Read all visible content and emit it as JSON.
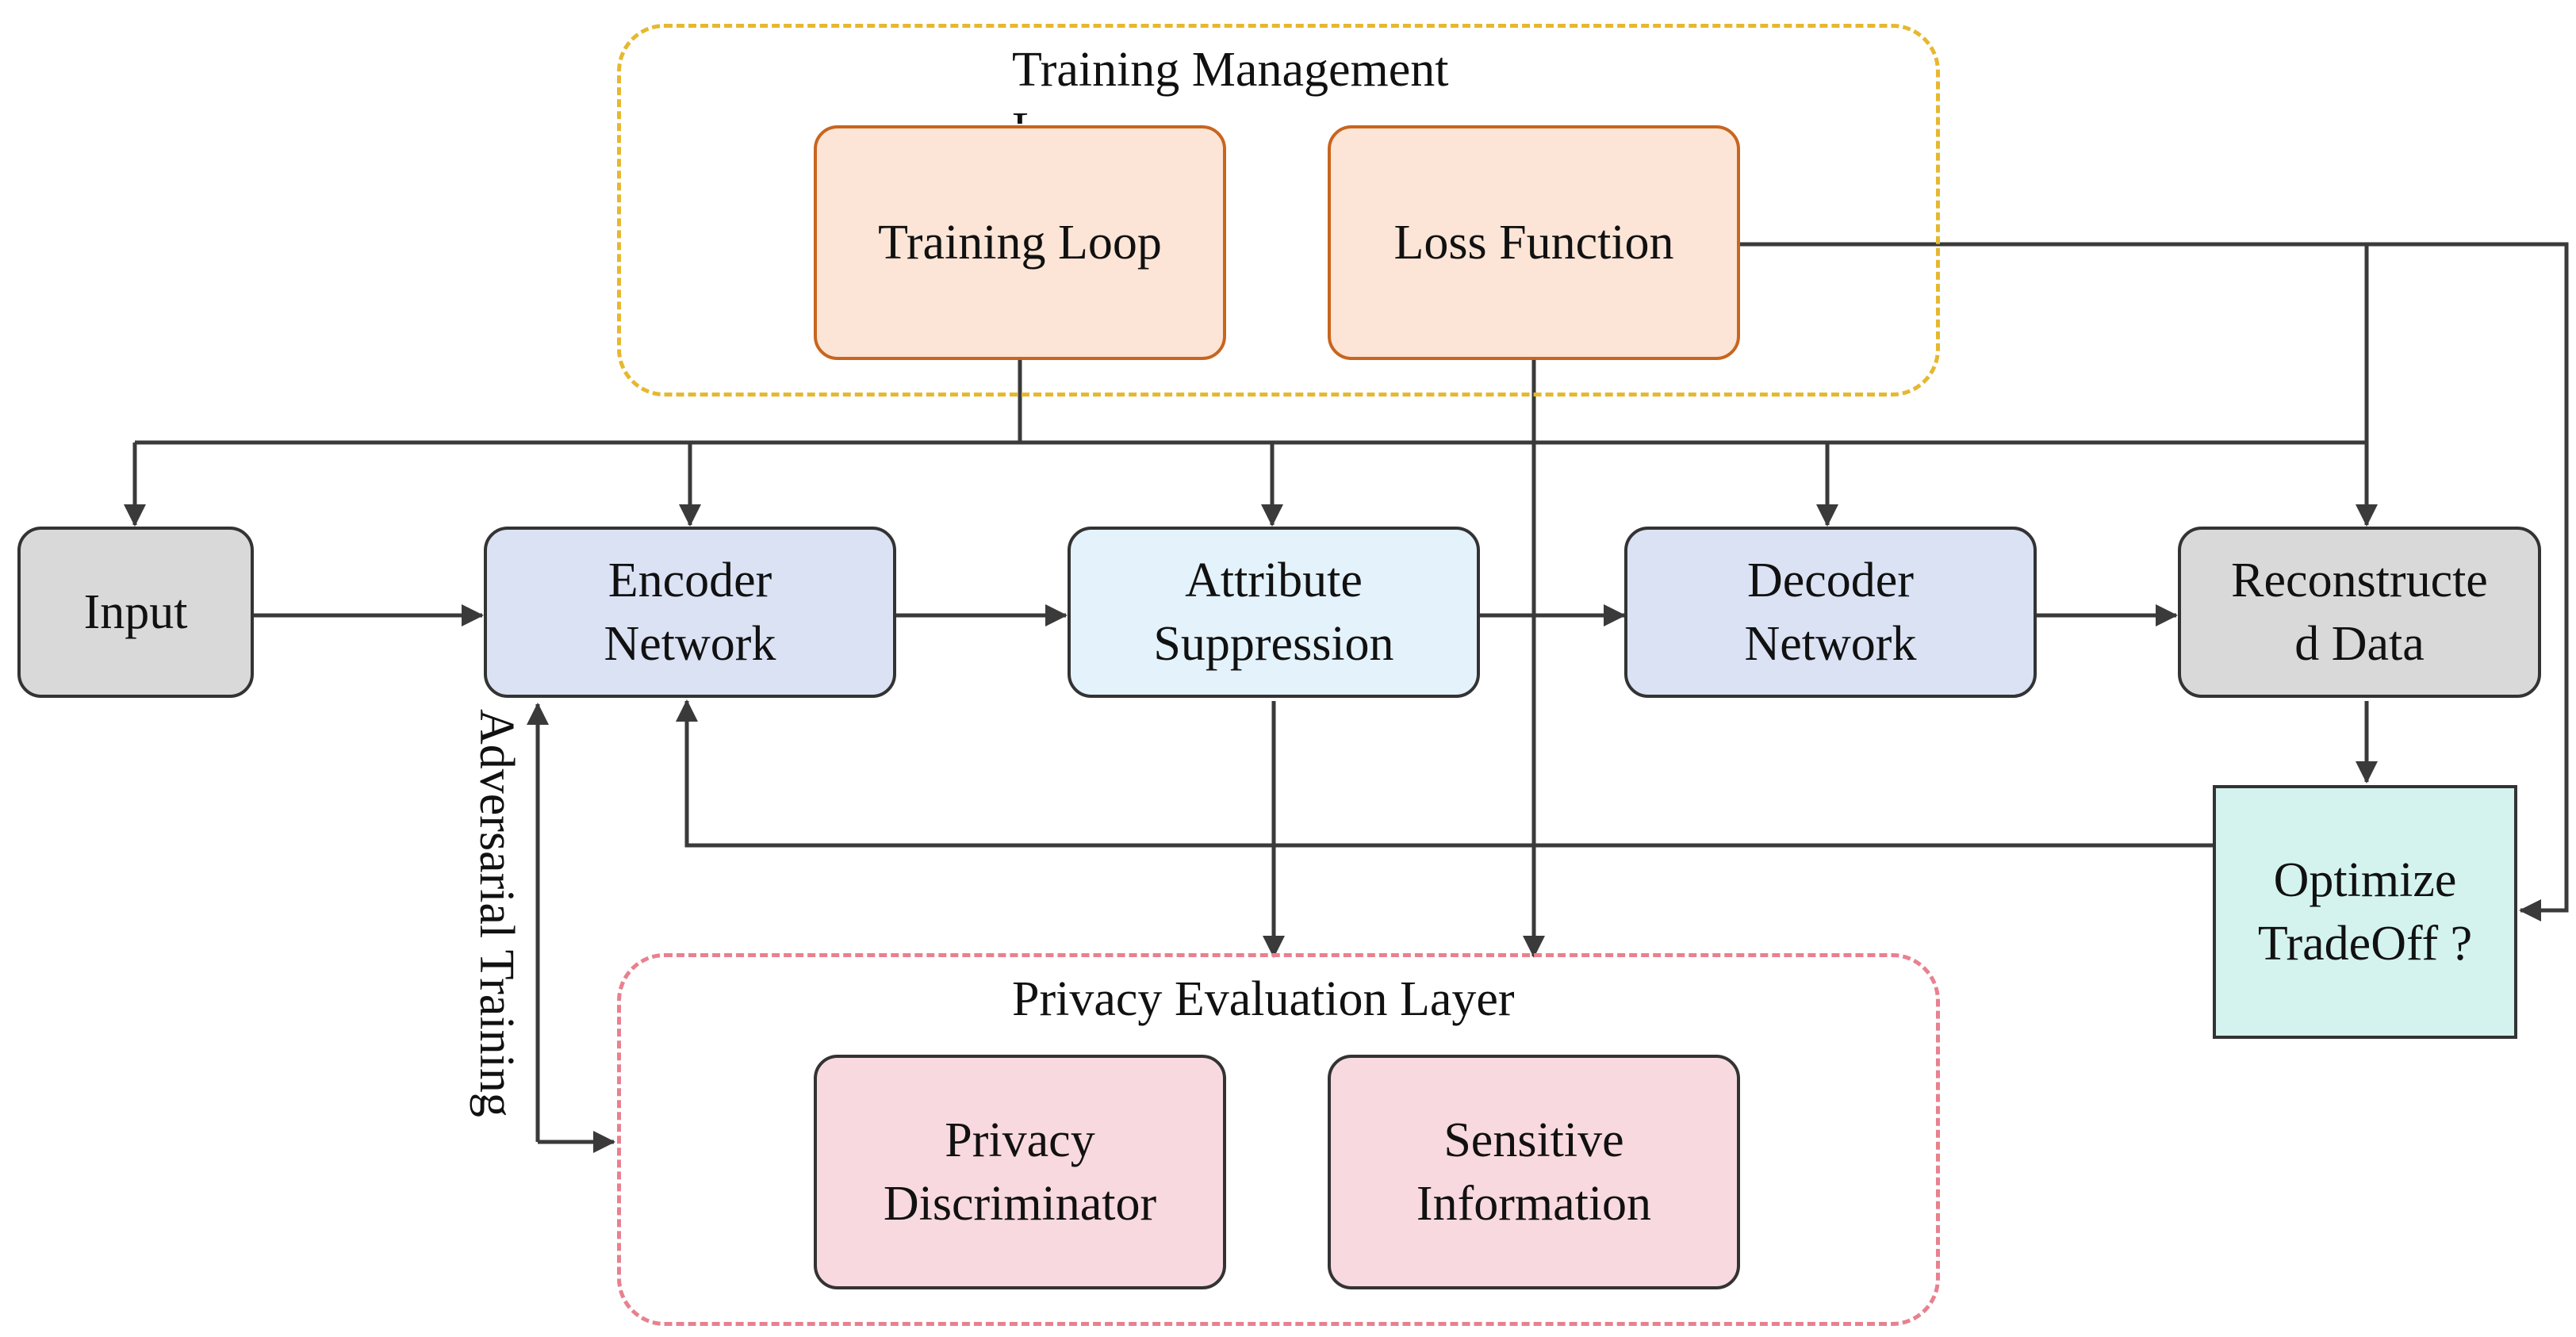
{
  "groups": {
    "training": {
      "title": "Training Management",
      "title_overflow": "L"
    },
    "privacy": {
      "title": "Privacy Evaluation Layer"
    }
  },
  "nodes": {
    "training_loop": {
      "lines": [
        "Training Loop"
      ]
    },
    "loss_function": {
      "lines": [
        "Loss Function"
      ]
    },
    "input": {
      "lines": [
        "Input"
      ]
    },
    "encoder": {
      "lines": [
        "Encoder",
        "Network"
      ]
    },
    "attribute": {
      "lines": [
        "Attribute",
        "Suppression"
      ]
    },
    "decoder": {
      "lines": [
        "Decoder",
        "Network"
      ]
    },
    "reconstructed": {
      "lines": [
        "Reconstructe",
        "d Data"
      ]
    },
    "optimize": {
      "lines": [
        "Optimize",
        "TradeOff ?"
      ]
    },
    "privacy_disc": {
      "lines": [
        "Privacy",
        "Discriminator"
      ]
    },
    "sensitive": {
      "lines": [
        "Sensitive",
        "Information"
      ]
    }
  },
  "edge_labels": {
    "adversarial": "Adversarial Training"
  },
  "colors": {
    "orange_fill": "#fce5d6",
    "orange_border": "#c8651f",
    "blue_fill": "#dae2f4",
    "light_blue_fill": "#e3f2fb",
    "gray_fill": "#d9d9d9",
    "teal_fill": "#d4f3ef",
    "pink_fill": "#f8d9df",
    "line": "#3a3a3a",
    "training_group_border": "#e6b830",
    "privacy_group_border": "#e8818e"
  }
}
